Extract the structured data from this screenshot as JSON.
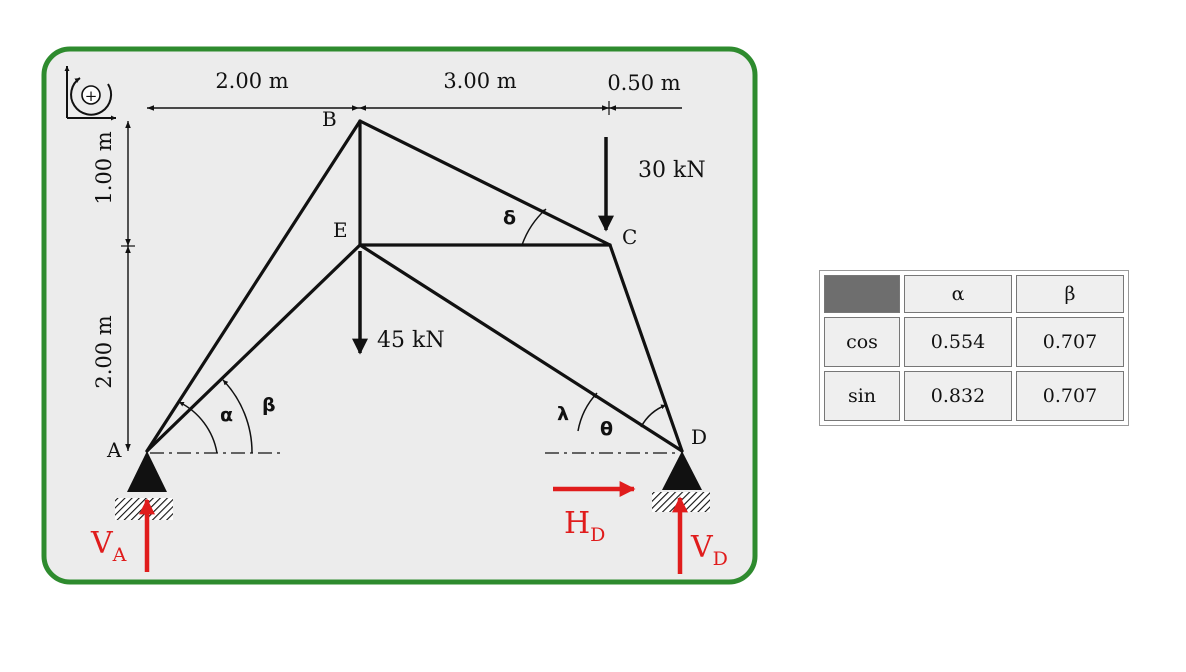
{
  "diagram": {
    "dimensions": {
      "ab_horizontal": "2.00 m",
      "be_horizontal": "3.00 m",
      "c_overhang": "0.50 m",
      "top_vertical": "1.00 m",
      "bottom_vertical": "2.00 m"
    },
    "nodes": {
      "a": "A",
      "b": "B",
      "c": "C",
      "d": "D",
      "e": "E"
    },
    "loads": {
      "c_load": "30 kN",
      "e_load": "45 kN"
    },
    "angles": {
      "alpha": "α",
      "beta": "β",
      "delta": "δ",
      "lambda": "λ",
      "theta": "θ"
    },
    "reactions": {
      "va_main": "V",
      "va_sub": "A",
      "hd_main": "H",
      "hd_sub": "D",
      "vd_main": "V",
      "vd_sub": "D"
    },
    "sign_convention_symbol": "+",
    "colors": {
      "frame_border": "#2e8b2e",
      "background": "#ececec",
      "reaction": "#e01c1c"
    }
  },
  "table": {
    "headers": [
      "α",
      "β"
    ],
    "rows": [
      {
        "label": "cos",
        "values": [
          "0.554",
          "0.707"
        ]
      },
      {
        "label": "sin",
        "values": [
          "0.832",
          "0.707"
        ]
      }
    ]
  }
}
